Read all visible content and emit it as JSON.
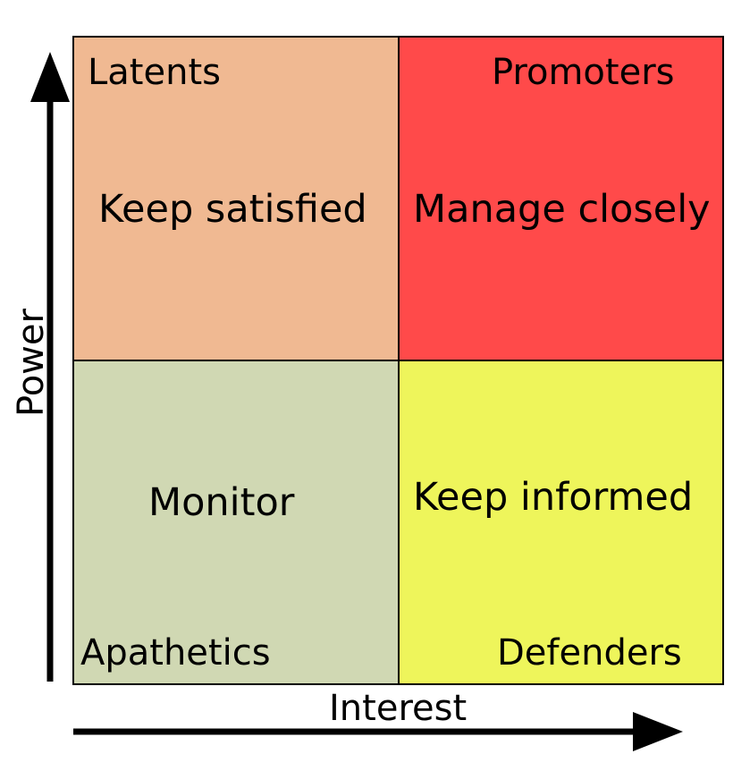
{
  "axes": {
    "y_label": "Power",
    "x_label": "Interest"
  },
  "quadrants": {
    "top_left": {
      "title": "Latents",
      "action": "Keep satisfied",
      "color": "#f0b992"
    },
    "top_right": {
      "title": "Promoters",
      "action": "Manage closely",
      "color": "#ff4a4a"
    },
    "bottom_left": {
      "title": "Apathetics",
      "action": "Monitor",
      "color": "#d0d8b3"
    },
    "bottom_right": {
      "title": "Defenders",
      "action": "Keep informed",
      "color": "#eef55b"
    }
  },
  "colors": {
    "border": "#000000",
    "text": "#000000",
    "arrow": "#000000"
  }
}
